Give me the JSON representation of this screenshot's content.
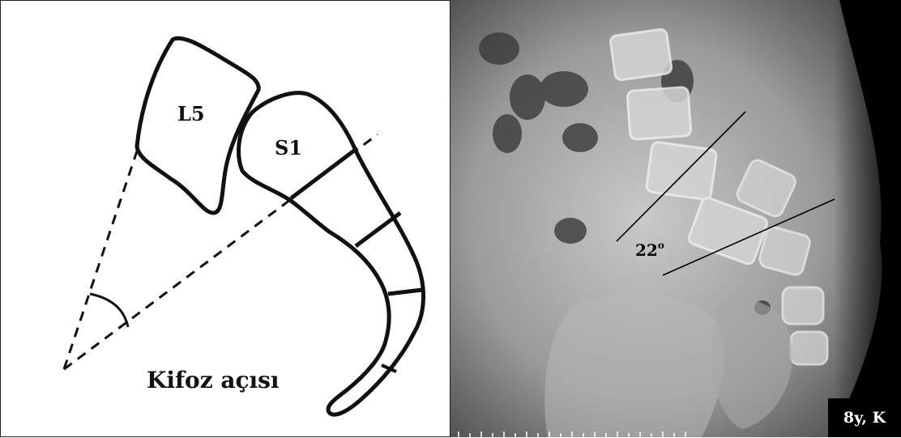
{
  "diagram": {
    "vertebra_top_label": "L5",
    "vertebra_sacral_label": "S1",
    "angle_label": "Kifoz açısı"
  },
  "xray": {
    "angle_value": "22",
    "angle_unit": "o",
    "patient_tag": "8y, K"
  }
}
